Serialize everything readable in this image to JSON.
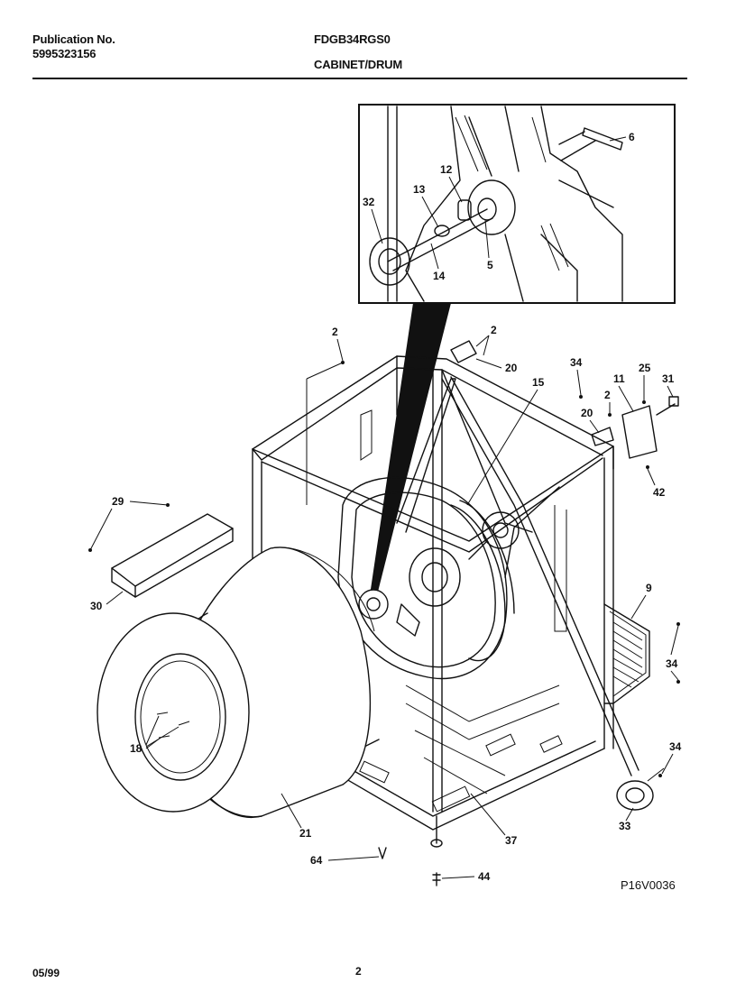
{
  "header": {
    "publication_label": "Publication No.",
    "publication_number": "5995323156",
    "model": "FDGB34RGS0",
    "section": "CABINET/DRUM"
  },
  "diagram": {
    "code": "P16V0036",
    "inset_callouts": [
      "6",
      "12",
      "13",
      "32",
      "14",
      "5"
    ],
    "callouts": [
      "2",
      "2",
      "20",
      "15",
      "34",
      "11",
      "25",
      "31",
      "2",
      "20",
      "42",
      "29",
      "30",
      "9",
      "34",
      "18",
      "34",
      "33",
      "21",
      "37",
      "64",
      "44"
    ]
  },
  "footer": {
    "date": "05/99",
    "page": "2"
  }
}
